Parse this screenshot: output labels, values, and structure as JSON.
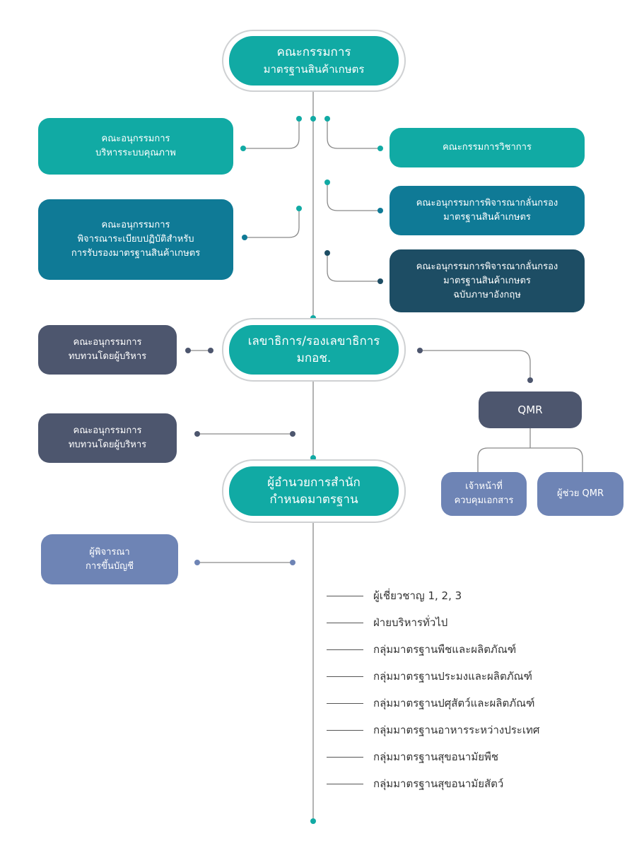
{
  "top": {
    "line1": "คณะกรรมการ",
    "line2": "มาตรฐานสินค้าเกษตร"
  },
  "left_boxes": [
    {
      "lines": [
        "คณะอนุกรรมการ",
        "บริหารระบบคุณภาพ"
      ]
    },
    {
      "lines": [
        "คณะอนุกรรมการ",
        "พิจารณาระเบียบปฏิบัติสำหรับ",
        "การรับรองมาตรฐานสินค้าเกษตร"
      ]
    },
    {
      "lines": [
        "คณะอนุกรรมการ",
        "ทบทวนโดยผู้บริหาร"
      ]
    },
    {
      "lines": [
        "คณะอนุกรรมการ",
        "ทบทวนโดยผู้บริหาร"
      ]
    },
    {
      "lines": [
        "ผู้พิจารณา",
        "การขึ้นบัญชี"
      ]
    }
  ],
  "right_boxes": [
    {
      "lines": [
        "คณะกรรมการวิชาการ"
      ]
    },
    {
      "lines": [
        "คณะอนุกรรมการพิจารณากลั่นกรอง",
        "มาตรฐานสินค้าเกษตร"
      ]
    },
    {
      "lines": [
        "คณะอนุกรรมการพิจารณากลั่นกรอง",
        "มาตรฐานสินค้าเกษตร",
        "ฉบับภาษาอังกฤษ"
      ]
    }
  ],
  "secretary": {
    "line1": "เลขาธิการ/รองเลขาธิการ",
    "line2": "มกอช."
  },
  "director": {
    "line1": "ผู้อำนวยการสำนัก",
    "line2": "กำหนดมาตรฐาน"
  },
  "qmr": {
    "title": "QMR",
    "doc_control": [
      "เจ้าหน้าที่",
      "ควบคุมเอกสาร"
    ],
    "assistant": "ผู้ช่วย QMR"
  },
  "groups": [
    "ผู้เชี่ยวชาญ 1, 2, 3",
    "ฝ่ายบริหารทั่วไป",
    "กลุ่มมาตรฐานพืชและผลิตภัณฑ์",
    "กลุ่มมาตรฐานประมงและผลิตภัณฑ์",
    "กลุ่มมาตรฐานปศุสัตว์และผลิตภัณฑ์",
    "กลุ่มมาตรฐานอาหารระหว่างประเทศ",
    "กลุ่มมาตรฐานสุขอนามัยพืช",
    "กลุ่มมาตรฐานสุขอนามัยสัตว์"
  ],
  "colors": {
    "teal": "#11aaa4",
    "blue": "#0f7a96",
    "navy": "#1d4d64",
    "slate": "#4d566e",
    "periwinkle": "#6e84b5",
    "line": "#8a8a8a"
  }
}
